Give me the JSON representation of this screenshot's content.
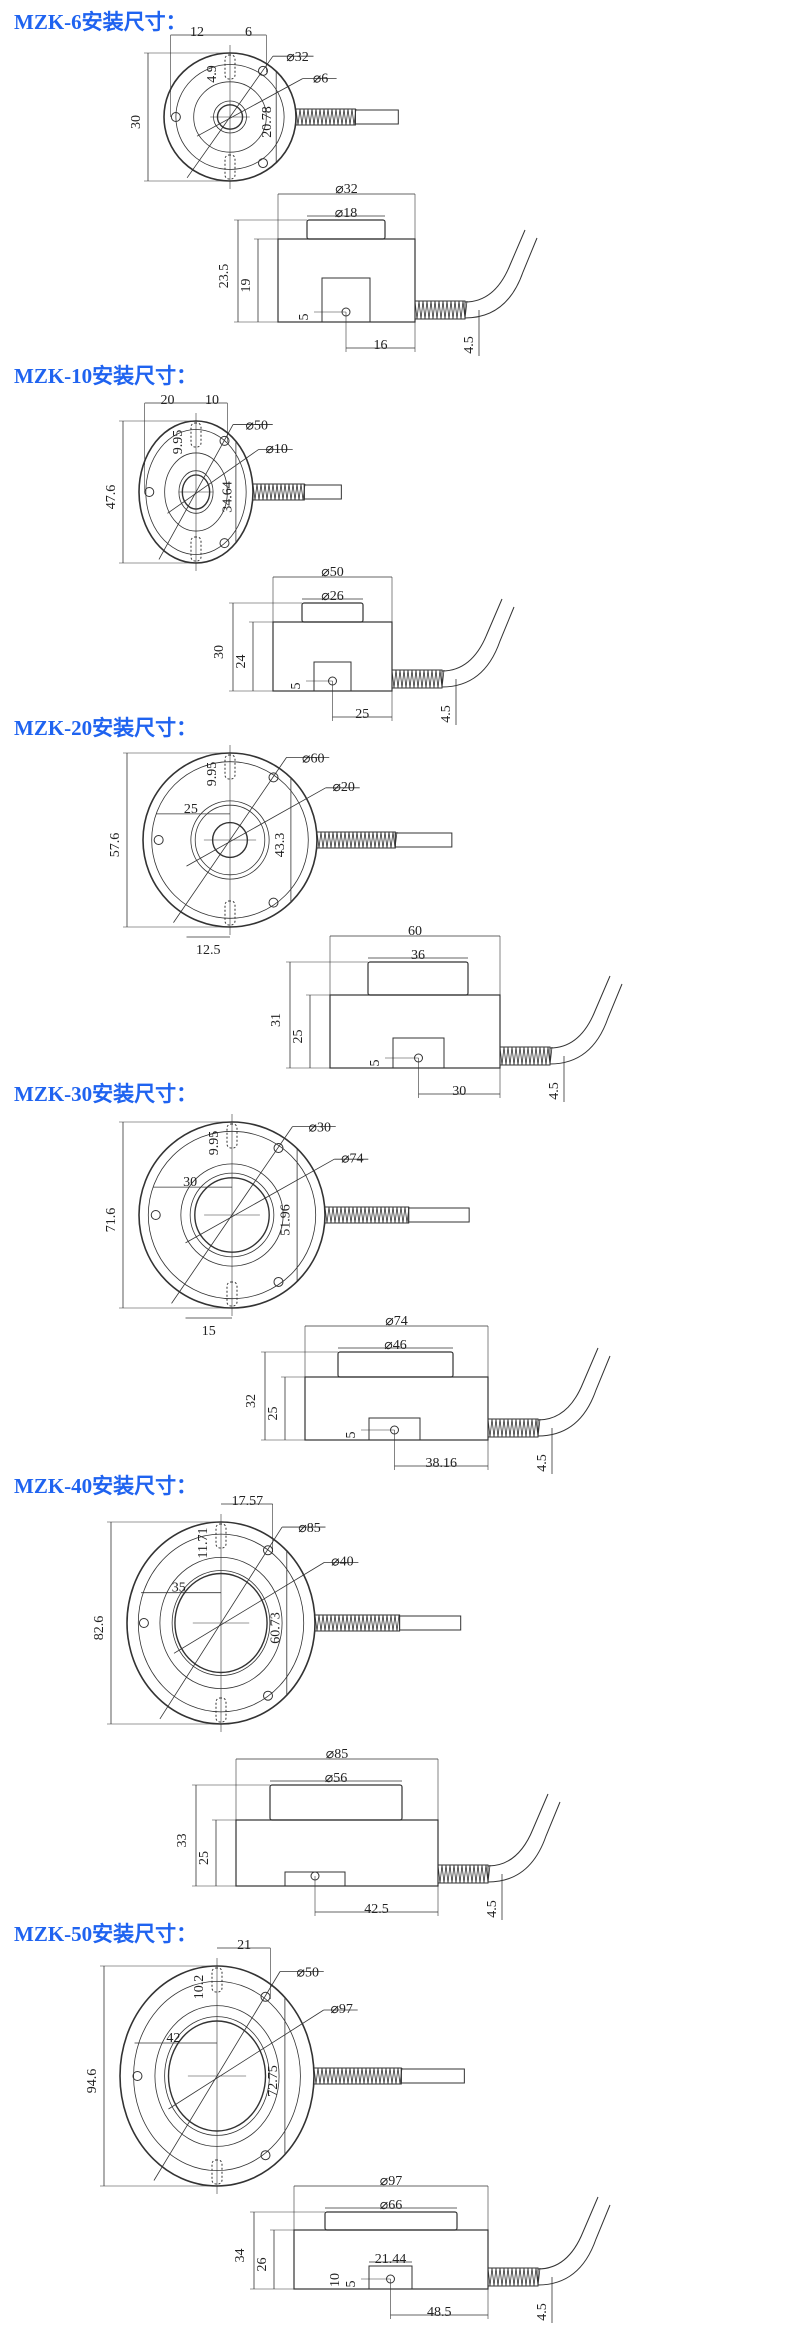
{
  "sections": [
    {
      "title": "MZK-6安装尺寸：",
      "top_labels": [
        "30",
        "12",
        "6",
        "4.9",
        "⌀32",
        "⌀6",
        "20.78"
      ],
      "side_labels": [
        "⌀32",
        "⌀18",
        "23.5",
        "19",
        "5",
        "16",
        "4.5"
      ]
    },
    {
      "title": "MZK-10安装尺寸：",
      "top_labels": [
        "47.6",
        "20",
        "10",
        "9.95",
        "⌀50",
        "⌀10",
        "34.64"
      ],
      "side_labels": [
        "⌀50",
        "⌀26",
        "30",
        "24",
        "5",
        "25",
        "4.5"
      ]
    },
    {
      "title": "MZK-20安装尺寸：",
      "top_labels": [
        "57.6",
        "9.95",
        "⌀60",
        "⌀20",
        "25",
        "43.3",
        "12.5"
      ],
      "side_labels": [
        "60",
        "36",
        "31",
        "25",
        "5",
        "30",
        "4.5"
      ]
    },
    {
      "title": "MZK-30安装尺寸：",
      "top_labels": [
        "71.6",
        "9.95",
        "⌀30",
        "⌀74",
        "30",
        "51.96",
        "15"
      ],
      "side_labels": [
        "⌀74",
        "⌀46",
        "32",
        "25",
        "5",
        "38.16",
        "4.5"
      ]
    },
    {
      "title": "MZK-40安装尺寸：",
      "top_labels": [
        "82.6",
        "11.71",
        "17.57",
        "⌀85",
        "⌀40",
        "35",
        "60.73"
      ],
      "side_labels": [
        "⌀85",
        "⌀56",
        "33",
        "25",
        "42.5",
        "4.5"
      ]
    },
    {
      "title": "MZK-50安装尺寸：",
      "top_labels": [
        "94.6",
        "21",
        "10.2",
        "⌀50",
        "⌀97",
        "42",
        "72.75"
      ],
      "side_labels": [
        "⌀97",
        "⌀66",
        "34",
        "26",
        "21.44",
        "10",
        "5",
        "48.5",
        "4.5"
      ]
    }
  ]
}
